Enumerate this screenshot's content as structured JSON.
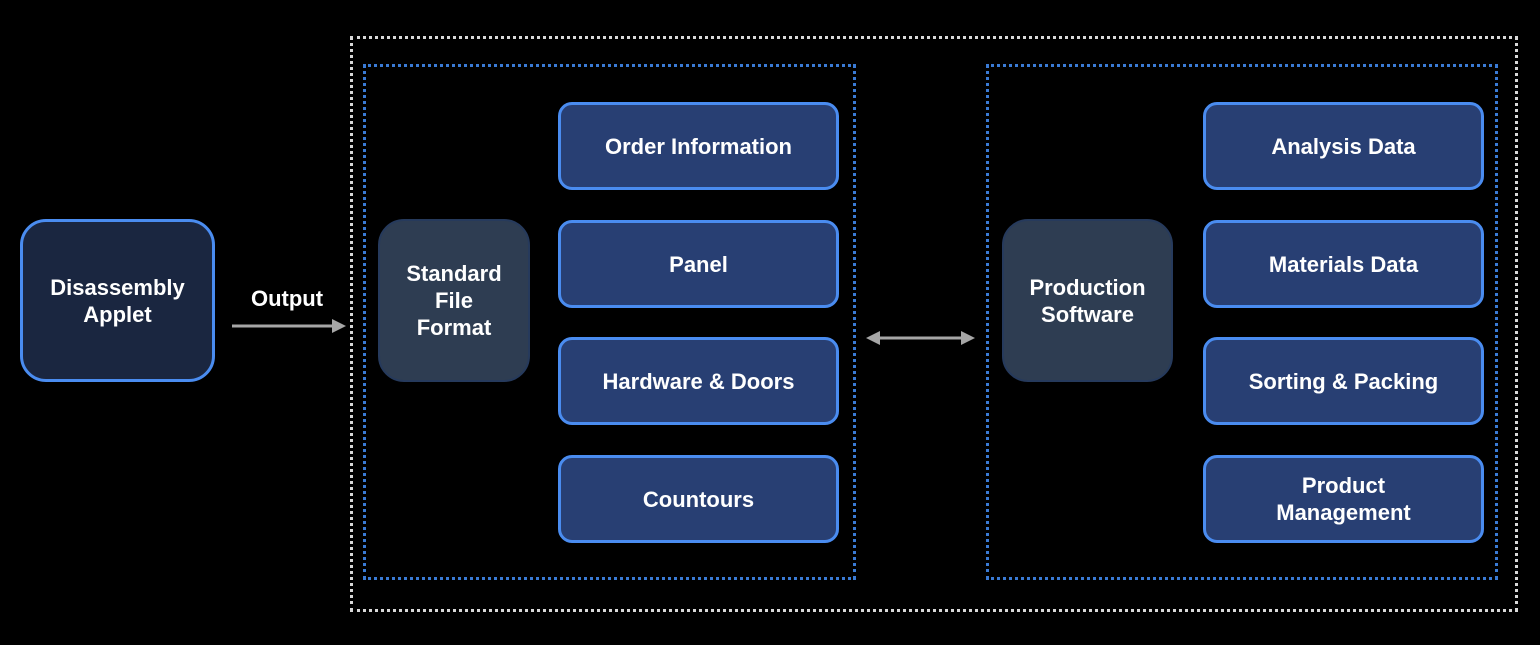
{
  "colors": {
    "background": "#000000",
    "outer_frame": "#d9d9d9",
    "group_frame": "#3a7bd5",
    "box_border": "#4a8cf0",
    "item_fill": "#283f73",
    "core_fill": "#2e3d52",
    "source_fill": "#1a2640",
    "arrow": "#a6a6a6",
    "text": "#ffffff"
  },
  "source": {
    "label": "Disassembly\nApplet"
  },
  "edge": {
    "label": "Output"
  },
  "left_group": {
    "core": {
      "label": "Standard\nFile\nFormat"
    },
    "items": [
      {
        "label": "Order Information"
      },
      {
        "label": "Panel"
      },
      {
        "label": "Hardware & Doors"
      },
      {
        "label": "Countours"
      }
    ]
  },
  "right_group": {
    "core": {
      "label": "Production\nSoftware"
    },
    "items": [
      {
        "label": "Analysis Data"
      },
      {
        "label": "Materials Data"
      },
      {
        "label": "Sorting & Packing"
      },
      {
        "label": "Product\nManagement"
      }
    ]
  }
}
